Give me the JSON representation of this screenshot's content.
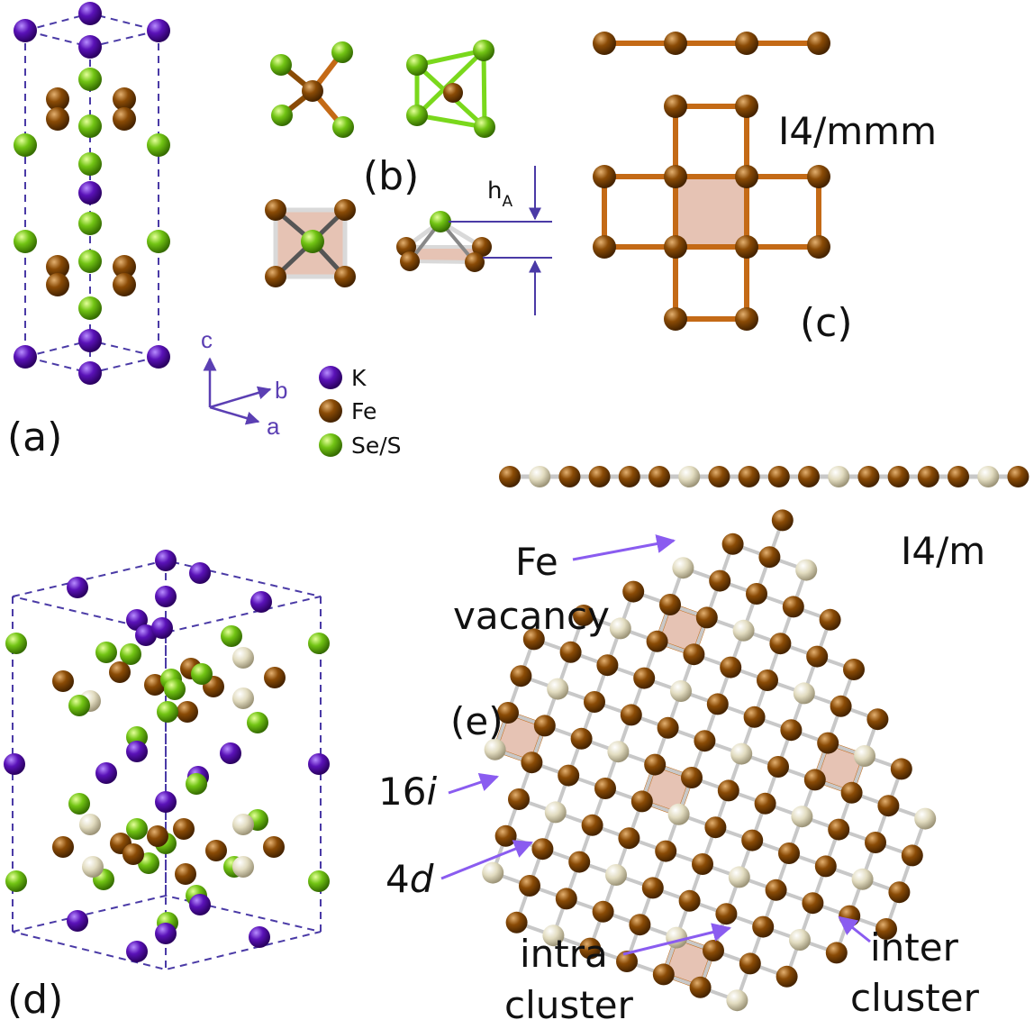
{
  "panels": {
    "a": "(a)",
    "b": "(b)",
    "c": "(c)",
    "d": "(d)",
    "e": "(e)"
  },
  "axes": {
    "c": "c",
    "b": "b",
    "a": "a"
  },
  "legend": {
    "k": "K",
    "fe": "Fe",
    "se": "Se/S"
  },
  "height_label": {
    "h": "h",
    "sub": "A"
  },
  "space_groups": {
    "c": "I4/mmm",
    "e": "I4/m"
  },
  "annotations": {
    "fe_vacancy_1": "Fe",
    "fe_vacancy_2": "vacancy",
    "site_16i_num": "16",
    "site_16i_letter": "i",
    "site_4d_num": "4",
    "site_4d_letter": "d",
    "intra_1": "intra",
    "intra_2": "cluster",
    "inter_1": "inter",
    "inter_2": "cluster"
  },
  "colors": {
    "K": "#5a12b8",
    "Fe": "#8a4b06",
    "Se": "#72c414",
    "vacancy": "#e2dcc0",
    "bond_fe": "#c46a16",
    "bond_gray": "#c8c8c8",
    "cell_line": "#4a3aa6",
    "cluster_fill": "#e6c3b4",
    "arrow": "#8a5cf0"
  }
}
